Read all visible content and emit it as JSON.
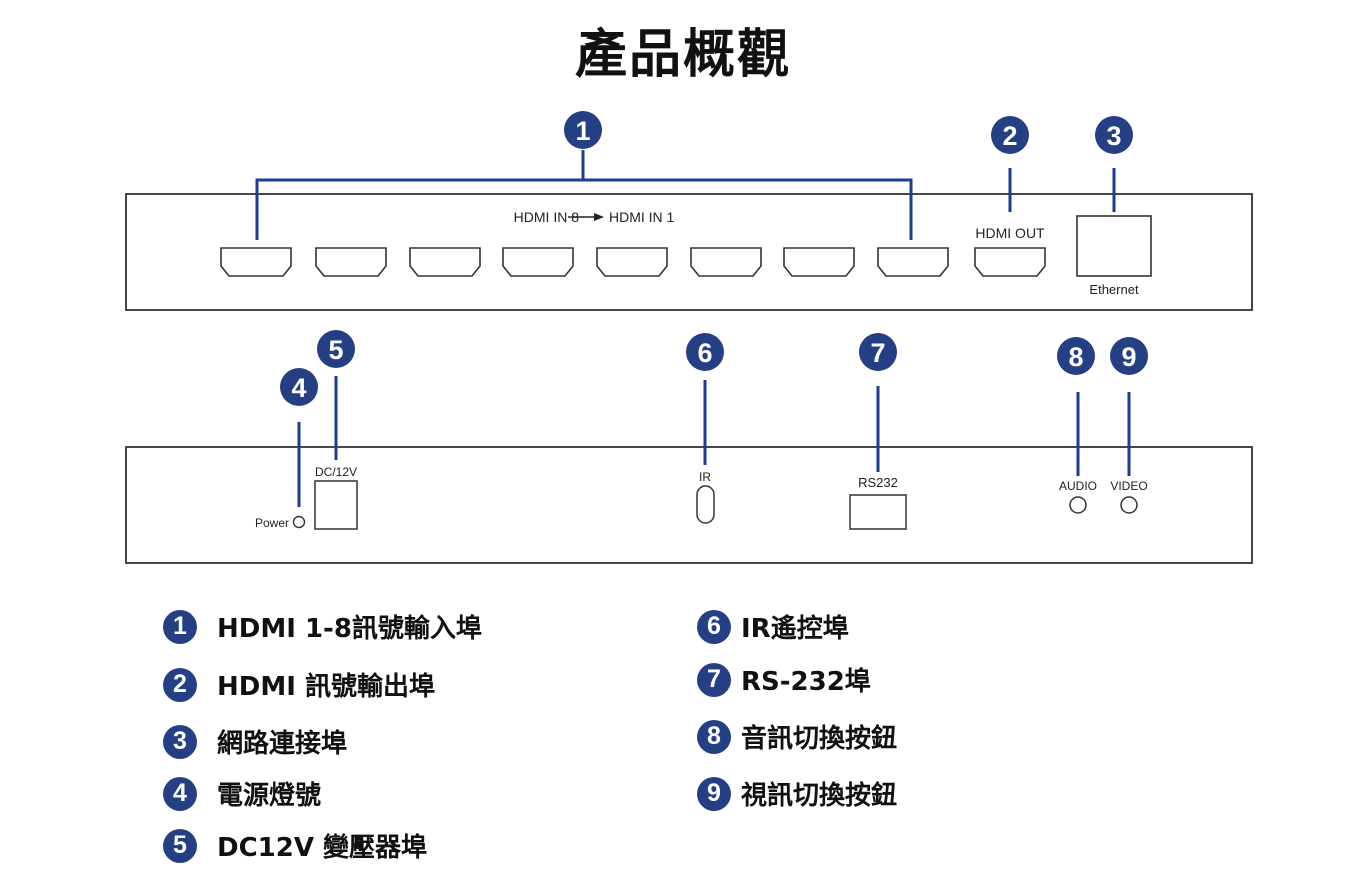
{
  "title": "產品概觀",
  "front_panel": {
    "hdmi_in_range": "HDMI IN 8",
    "hdmi_in_range_end": "HDMI IN 1",
    "hdmi_out": "HDMI OUT",
    "ethernet": "Ethernet"
  },
  "rear_panel": {
    "power": "Power",
    "dc": "DC/12V",
    "ir": "IR",
    "rs232": "RS232",
    "audio": "AUDIO",
    "video": "VIDEO"
  },
  "callouts": [
    "1",
    "2",
    "3",
    "4",
    "5",
    "6",
    "7",
    "8",
    "9"
  ],
  "legend": [
    {
      "num": "1",
      "text": "HDMI 1-8訊號輸入埠"
    },
    {
      "num": "2",
      "text": "HDMI 訊號輸出埠"
    },
    {
      "num": "3",
      "text": "網路連接埠"
    },
    {
      "num": "4",
      "text": "電源燈號"
    },
    {
      "num": "5",
      "text": "DC12V 變壓器埠"
    },
    {
      "num": "6",
      "text": "IR遙控埠"
    },
    {
      "num": "7",
      "text": "RS-232埠"
    },
    {
      "num": "8",
      "text": "音訊切換按鈕"
    },
    {
      "num": "9",
      "text": "視訊切換按鈕"
    }
  ],
  "colors": {
    "callout": "#253f85",
    "leader": "#1d3d8f",
    "panel_stroke": "#333333"
  }
}
